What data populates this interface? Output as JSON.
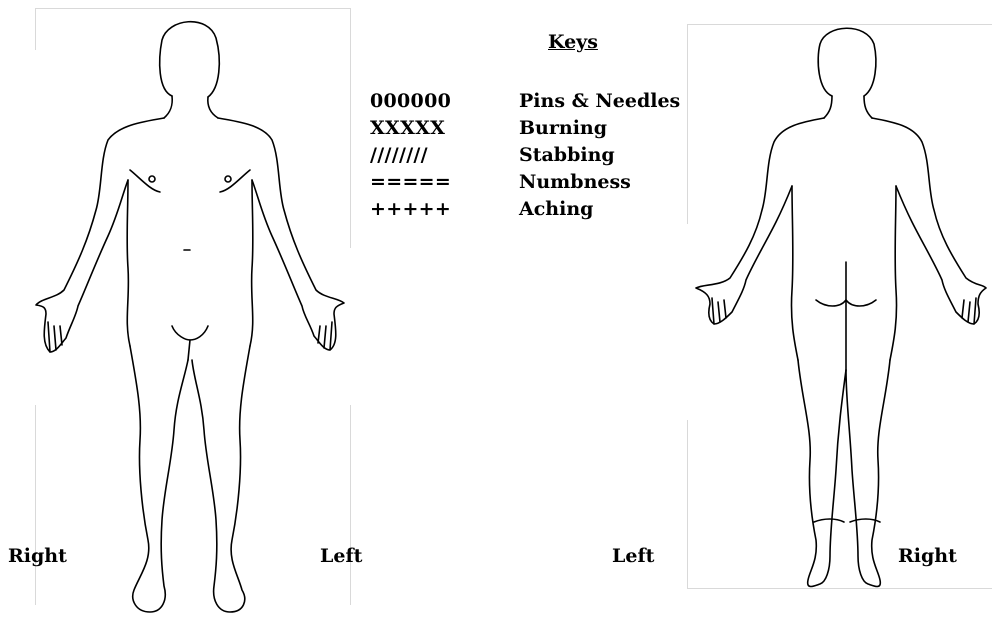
{
  "keys": {
    "title": "Keys",
    "items": [
      {
        "symbol": "000000",
        "label": "Pins & Needles"
      },
      {
        "symbol": "XXXXX",
        "label": "Burning"
      },
      {
        "symbol": "////////",
        "label": "Stabbing"
      },
      {
        "symbol": "=====",
        "label": "Numbness"
      },
      {
        "symbol": "+++++",
        "label": "Aching"
      }
    ]
  },
  "front_view": {
    "left_label": "Right",
    "right_label": "Left"
  },
  "back_view": {
    "left_label": "Left",
    "right_label": "Right"
  }
}
